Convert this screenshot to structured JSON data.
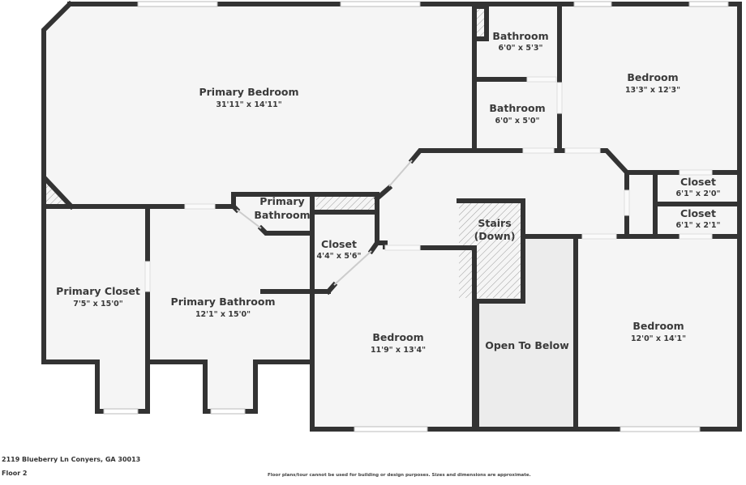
{
  "colors": {
    "wall": "#333333",
    "floor": "#f5f5f5",
    "open_to_below": "#ececec",
    "window": "#ffffff",
    "text": "#3a3a3a"
  },
  "rooms": [
    {
      "name": "Primary Bedroom",
      "dimensions": "31'11\" x 14'11\""
    },
    {
      "name": "Bathroom",
      "dimensions": "6'0\" x 5'3\""
    },
    {
      "name": "Bathroom",
      "dimensions": "6'0\" x 5'0\""
    },
    {
      "name": "Bedroom",
      "dimensions": "13'3\" x 12'3\""
    },
    {
      "name": "Closet",
      "dimensions": "6'1\" x 2'0\""
    },
    {
      "name": "Closet",
      "dimensions": "6'1\" x 2'1\""
    },
    {
      "name_line1": "Primary",
      "name_line2": "Bathroom"
    },
    {
      "name_line1": "Stairs",
      "name_line2": "(Down)"
    },
    {
      "name": "Closet",
      "dimensions": "4'4\" x 5'6\""
    },
    {
      "name": "Primary Closet",
      "dimensions": "7'5\" x 15'0\""
    },
    {
      "name": "Primary Bathroom",
      "dimensions": "12'1\" x 15'0\""
    },
    {
      "name": "Bedroom",
      "dimensions": "11'9\" x 13'4\""
    },
    {
      "name": "Open To Below"
    },
    {
      "name": "Bedroom",
      "dimensions": "12'0\" x 14'1\""
    }
  ],
  "footer": {
    "address": "2119 Blueberry Ln Conyers, GA 30013",
    "floor": "Floor 2",
    "disclaimer": "Floor plans/tour cannot be used for building or design purposes. Sizes and dimensions are approximate."
  }
}
